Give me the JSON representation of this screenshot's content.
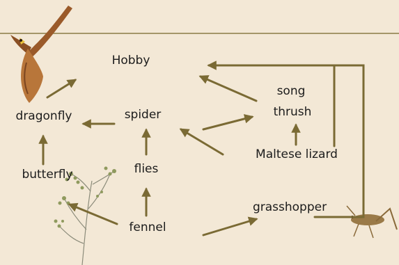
{
  "nodes": {
    "hobby": "Hobby",
    "dragonfly": "dragonfly",
    "spider": "spider",
    "song": "song",
    "thrush": "thrush",
    "maltese_lizard": "Maltese lizard",
    "butterfly": "butterfly",
    "flies": "flies",
    "fennel": "fennel",
    "grasshopper": "grasshopper"
  },
  "colors": {
    "background": "#f3e8d6",
    "arrow": "#7a6a34",
    "rule": "#8a7a45",
    "text": "#1c1c1c"
  },
  "icons": [
    "hobby-falcon-icon",
    "grasshopper-icon",
    "fennel-plant-icon"
  ]
}
